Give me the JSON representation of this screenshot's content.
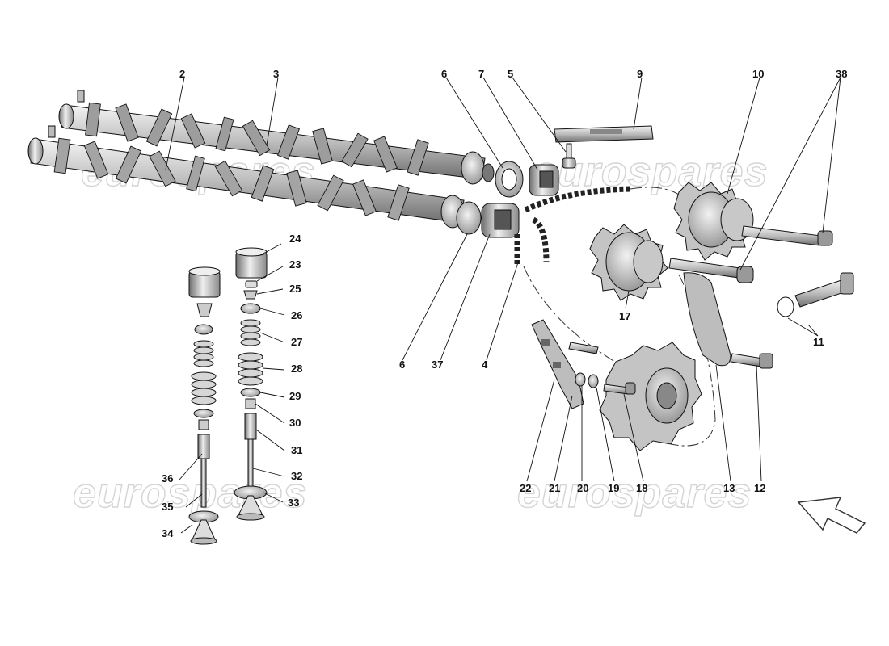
{
  "watermark": {
    "text": "eurospares"
  },
  "callouts": {
    "c2": "2",
    "c3": "3",
    "c6a": "6",
    "c7": "7",
    "c5": "5",
    "c9": "9",
    "c10": "10",
    "c38": "38",
    "c24": "24",
    "c23": "23",
    "c25": "25",
    "c26": "26",
    "c27": "27",
    "c28": "28",
    "c29": "29",
    "c30": "30",
    "c31": "31",
    "c32": "32",
    "c33": "33",
    "c34": "34",
    "c35": "35",
    "c36": "36",
    "c6b": "6",
    "c37": "37",
    "c4": "4",
    "c17": "17",
    "c11": "11",
    "c22": "22",
    "c21": "21",
    "c20": "20",
    "c19": "19",
    "c18": "18",
    "c13": "13",
    "c12": "12"
  }
}
